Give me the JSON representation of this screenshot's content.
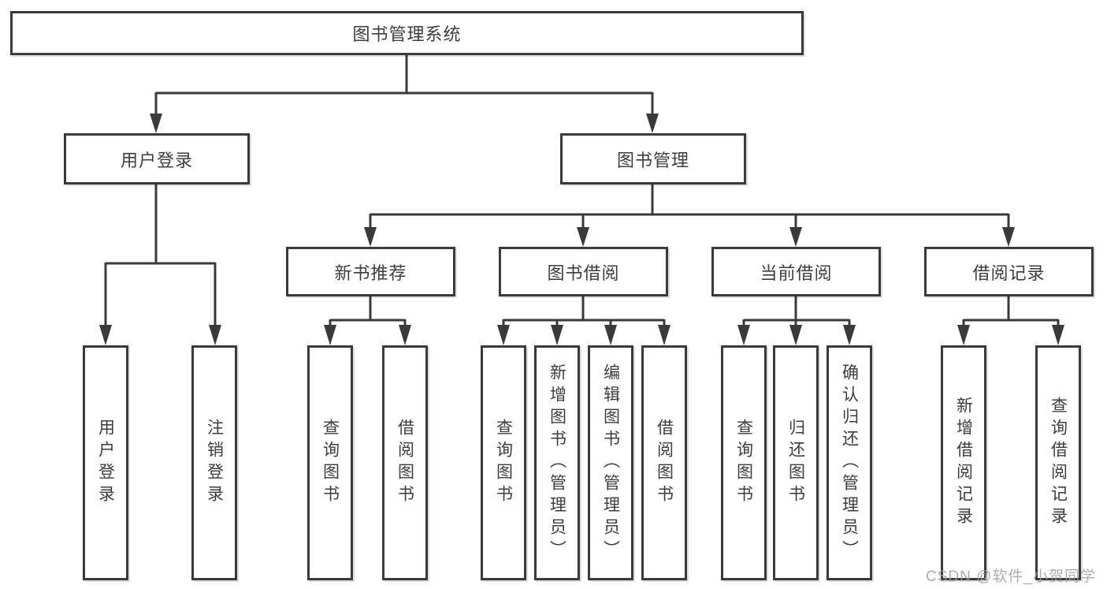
{
  "diagram": {
    "type": "hierarchy-tree",
    "background_color": "#ffffff",
    "line_color": "#3a3a3a",
    "box_border_color": "#3a3a3a",
    "text_color": "#3d3d3d",
    "tree": {
      "root": {
        "label": "图书管理系统",
        "children": [
          {
            "label": "用户登录",
            "children": [
              {
                "label": "用户登录"
              },
              {
                "label": "注销登录"
              }
            ]
          },
          {
            "label": "图书管理",
            "children": [
              {
                "label": "新书推荐",
                "children": [
                  {
                    "label": "查询图书"
                  },
                  {
                    "label": "借阅图书"
                  }
                ]
              },
              {
                "label": "图书借阅",
                "children": [
                  {
                    "label": "查询图书"
                  },
                  {
                    "label": "新增图书（管理员）"
                  },
                  {
                    "label": "编辑图书（管理员）"
                  },
                  {
                    "label": "借阅图书"
                  }
                ]
              },
              {
                "label": "当前借阅",
                "children": [
                  {
                    "label": "查询图书"
                  },
                  {
                    "label": "归还图书"
                  },
                  {
                    "label": "确认归还（管理员）"
                  }
                ]
              },
              {
                "label": "借阅记录",
                "children": [
                  {
                    "label": "新增借阅记录"
                  },
                  {
                    "label": "查询借阅记录"
                  }
                ]
              }
            ]
          }
        ]
      }
    }
  },
  "watermark": {
    "text": "CSDN @软件_小贺同学",
    "color": "#9e9ea3"
  }
}
